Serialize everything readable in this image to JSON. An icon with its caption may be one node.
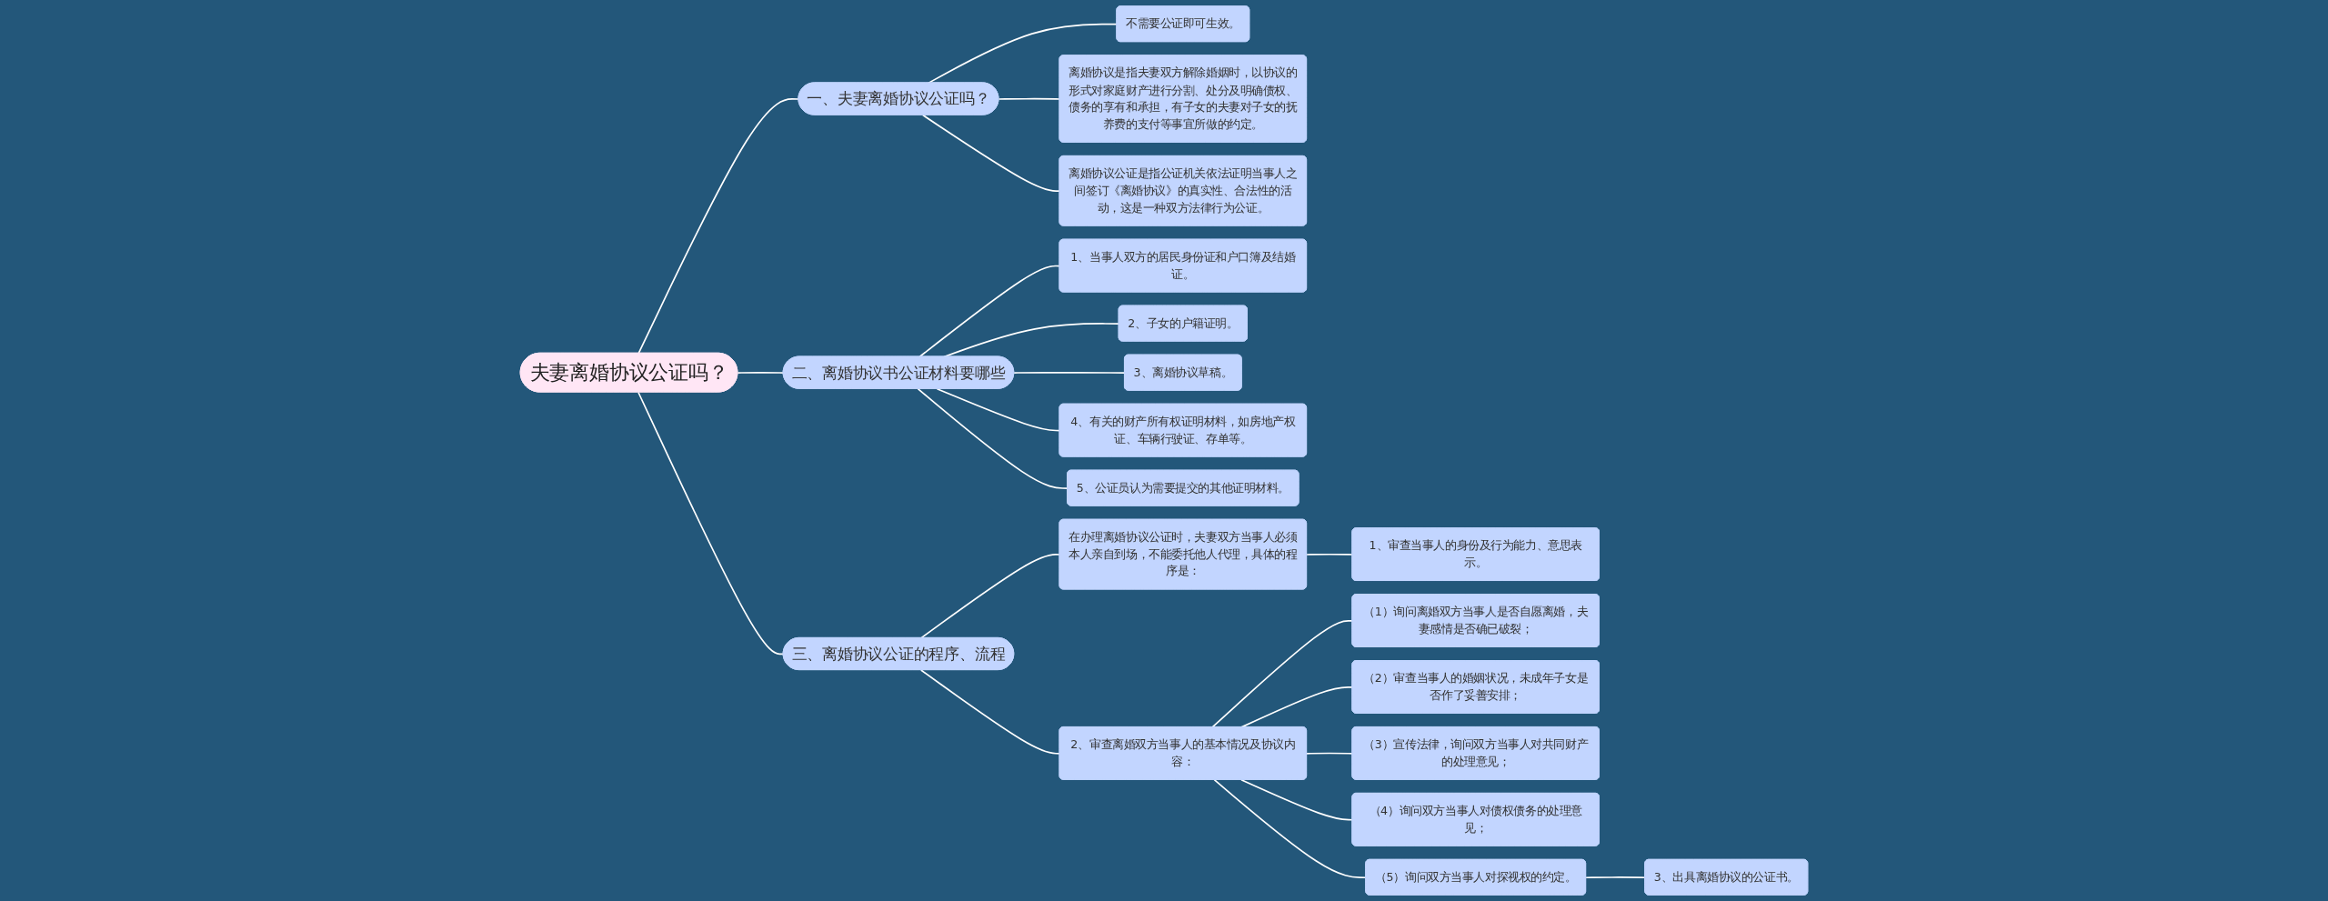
{
  "diagram": {
    "nodes": [
      {
        "text": [
          "夫妻离婚协议公证吗？"
        ]
      },
      {
        "text": [
          "一、夫妻离婚协议公证吗？"
        ]
      },
      {
        "text": [
          "不需要公证即可生效。"
        ]
      },
      {
        "text": [
          "离婚协议是指夫妻双方解除婚姻时，以协议的形式对家庭财产进行分割、处分及明确债权、债务的享有和承担，有子女的夫妻对子女的抚养费的支付等事宜所做的约定。"
        ]
      },
      {
        "text": [
          "离婚协议公证是指公证机关依法证明当事人之间签订《离婚协议》的真实性、合法性的活动，这是一种双方法律行为公证。"
        ]
      },
      {
        "text": [
          "二、离婚协议书公证材料要哪些"
        ]
      },
      {
        "text": [
          "1、当事人双方的居民身份证和户口簿及结婚证。"
        ]
      },
      {
        "text": [
          "2、子女的户籍证明。"
        ]
      },
      {
        "text": [
          "3、离婚协议草稿。"
        ]
      },
      {
        "text": [
          "4、有关的财产所有权证明材料，如房地产权证、车辆行驶证、存单等。"
        ]
      },
      {
        "text": [
          "5、公证员认为需要提交的其他证明材料。"
        ]
      },
      {
        "text": [
          "三、离婚协议公证的程序、流程"
        ]
      },
      {
        "text": [
          "在办理离婚协议公证时，夫妻双方当事人必须本人亲自到场，不能委托他人代理，具体的程序是："
        ]
      },
      {
        "text": [
          "1、审查当事人的身份及行为能力、意思表示。"
        ]
      },
      {
        "text": [
          "2、审查离婚双方当事人的基本情况及协议内容："
        ]
      },
      {
        "text": [
          "（1）询问离婚双方当事人是否自愿离婚，夫妻感情是否确已破裂；"
        ]
      },
      {
        "text": [
          "（2）审查当事人的婚姻状况，未成年子女是否作了妥善安排；"
        ]
      },
      {
        "text": [
          "（3）宣传法律，询问双方当事人对共同财产的处理意见；"
        ]
      },
      {
        "text": [
          "（4）询问双方当事人对债权债务的处理意见；"
        ]
      },
      {
        "text": [
          "（5）询问双方当事人对探视权的约定。"
        ]
      },
      {
        "text": [
          "3、出具离婚协议的公证书。"
        ]
      }
    ],
    "edges": [
      {
        "from": 0,
        "to": 1,
        "arrow": "none"
      },
      {
        "from": 1,
        "to": 2,
        "arrow": "none"
      },
      {
        "from": 1,
        "to": 3,
        "arrow": "none"
      },
      {
        "from": 1,
        "to": 4,
        "arrow": "none"
      },
      {
        "from": 0,
        "to": 5,
        "arrow": "none"
      },
      {
        "from": 5,
        "to": 6,
        "arrow": "none"
      },
      {
        "from": 5,
        "to": 7,
        "arrow": "none"
      },
      {
        "from": 5,
        "to": 8,
        "arrow": "none"
      },
      {
        "from": 5,
        "to": 9,
        "arrow": "none"
      },
      {
        "from": 5,
        "to": 10,
        "arrow": "none"
      },
      {
        "from": 0,
        "to": 11,
        "arrow": "none"
      },
      {
        "from": 11,
        "to": 12,
        "arrow": "none"
      },
      {
        "from": 12,
        "to": 13,
        "arrow": "none"
      },
      {
        "from": 11,
        "to": 14,
        "arrow": "none"
      },
      {
        "from": 14,
        "to": 15,
        "arrow": "none"
      },
      {
        "from": 14,
        "to": 16,
        "arrow": "none"
      },
      {
        "from": 14,
        "to": 17,
        "arrow": "none"
      },
      {
        "from": 14,
        "to": 18,
        "arrow": "none"
      },
      {
        "from": 14,
        "to": 19,
        "arrow": "none"
      },
      {
        "from": 19,
        "to": 20,
        "arrow": "none"
      }
    ]
  }
}
